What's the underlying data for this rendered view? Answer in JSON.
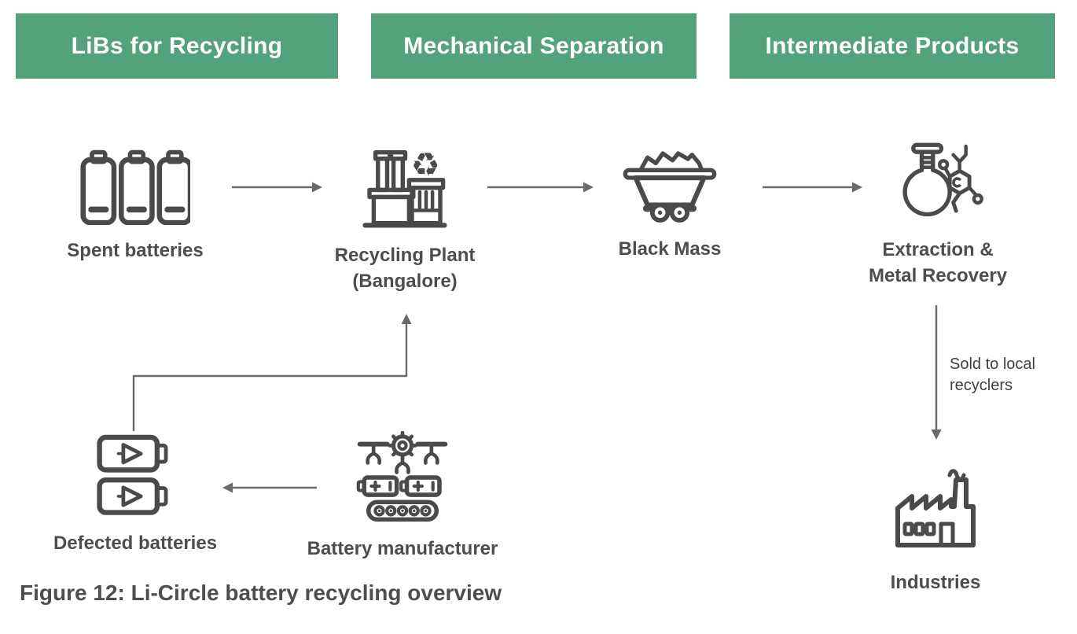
{
  "colors": {
    "header_bg": "#54a27c",
    "header_text": "#ffffff",
    "icon_stroke": "#4a4a4a",
    "arrow": "#6a6a6a",
    "label_text": "#4d4d4d"
  },
  "headers": [
    {
      "label": "LiBs for Recycling"
    },
    {
      "label": "Mechanical Separation"
    },
    {
      "label": "Intermediate Products"
    }
  ],
  "nodes": {
    "spent": {
      "label": "Spent batteries"
    },
    "plant": {
      "label": "Recycling Plant",
      "sublabel": "(Bangalore)"
    },
    "black_mass": {
      "label": "Black Mass"
    },
    "extraction": {
      "line1": "Extraction &",
      "line2": "Metal Recovery"
    },
    "industries": {
      "label": "Industries"
    },
    "defected": {
      "label": "Defected batteries"
    },
    "manufacturer": {
      "label": "Battery manufacturer"
    }
  },
  "annotations": {
    "sold_line1": "Sold to local",
    "sold_line2": "recyclers"
  },
  "caption": {
    "text": "Figure 12: Li-Circle battery recycling overview"
  },
  "icons": {
    "recycle_glyph": "♻",
    "spent": "batteries-icon",
    "plant": "recycling-plant-icon",
    "black_mass": "mine-cart-icon",
    "extraction": "flask-molecule-icon",
    "industries": "factory-icon",
    "defected": "defective-battery-icon",
    "manufacturer": "assembly-line-icon"
  }
}
